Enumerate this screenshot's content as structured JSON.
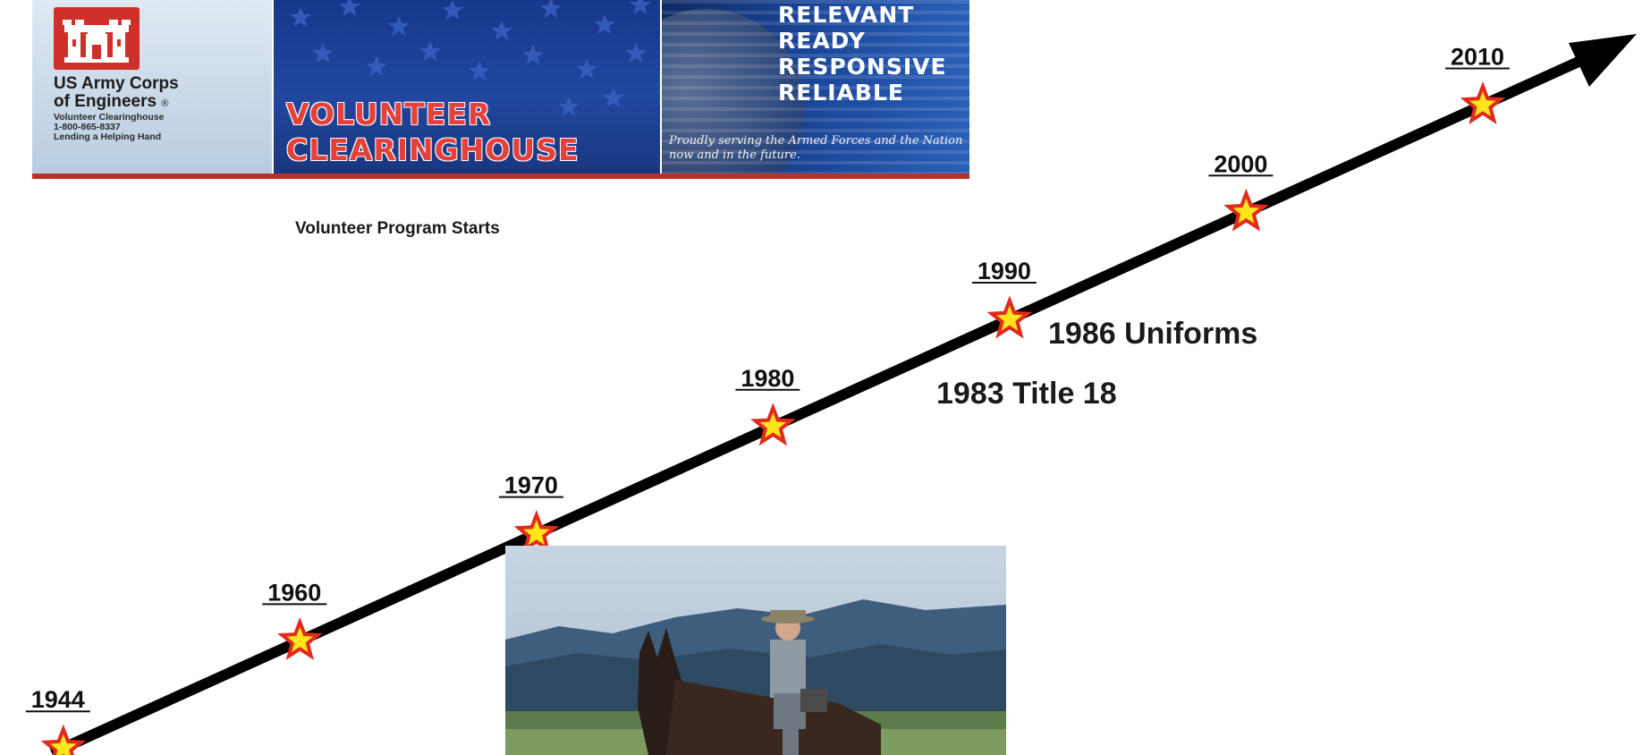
{
  "banner": {
    "logo": {
      "org_line1": "US Army Corps",
      "org_line2": "of Engineers",
      "registered_mark": "®",
      "program": "Volunteer Clearinghouse",
      "phone": "1-800-865-8337",
      "tagline": "Lending a Helping Hand"
    },
    "title_line1": "VOLUNTEER",
    "title_line2": "CLEARINGHOUSE",
    "motto": [
      "RELEVANT",
      "READY",
      "RESPONSIVE",
      "RELIABLE"
    ],
    "motto_sub": "Proudly serving the Armed Forces and the Nation now and in the future."
  },
  "notes": {
    "program_start": "Volunteer Program Starts",
    "uniforms": "1986 Uniforms",
    "title18": "1983 Title 18"
  },
  "timeline": {
    "milestones": [
      "1944",
      "1960",
      "1970",
      "1980",
      "1990",
      "2000",
      "2010"
    ]
  },
  "photo": {
    "subject": "park ranger on a mule in front of mountains"
  },
  "colors": {
    "arrow": "#000000",
    "star_fill": "#ffe51a",
    "star_stroke": "#e12a1d",
    "banner_blue": "#1c3f93",
    "banner_red": "#d0302a"
  }
}
